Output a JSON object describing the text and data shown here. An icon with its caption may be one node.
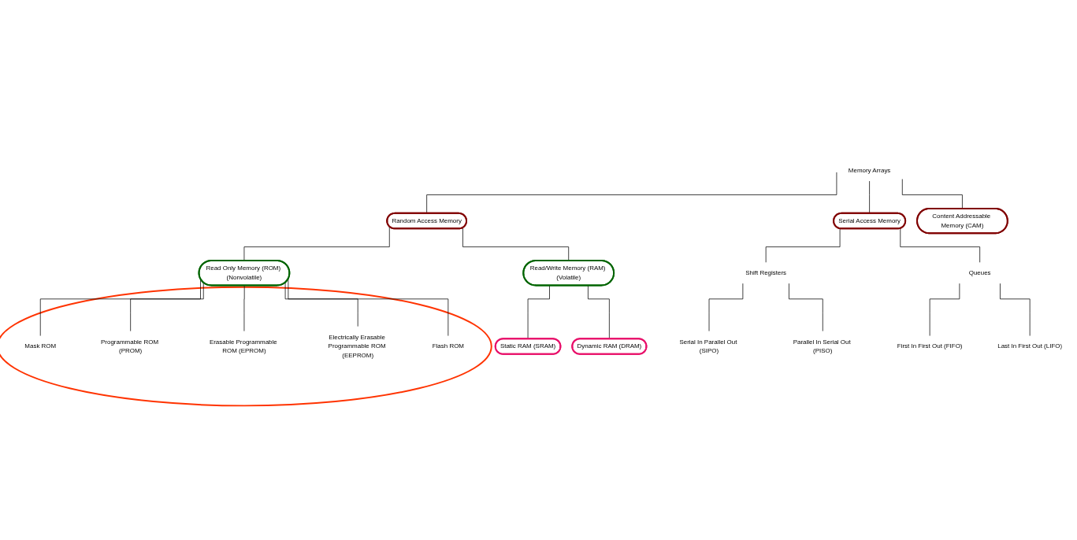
{
  "diagram": {
    "nodes": [
      {
        "text": [
          "Memory Arrays"
        ]
      },
      {
        "text": [
          "Random Access Memory"
        ]
      },
      {
        "text": [
          "Serial Access Memory"
        ]
      },
      {
        "text": [
          "Content Addressable Memory (CAM)"
        ]
      },
      {
        "text": [
          "Read/Write Memory (RAM) (Volatile)"
        ]
      },
      {
        "text": [
          "Read Only Memory (ROM) (Nonvolatile)"
        ]
      },
      {
        "text": [
          "Shift Registers"
        ]
      },
      {
        "text": [
          "Queues"
        ]
      },
      {
        "text": [
          "Static RAM (SRAM)"
        ]
      },
      {
        "text": [
          "Dynamic RAM (DRAM)"
        ]
      },
      {
        "text": [
          "Serial In Parallel Out (SIPO)"
        ]
      },
      {
        "text": [
          "Parallel In Serial Out (PISO)"
        ]
      },
      {
        "text": [
          "First In First Out (FIFO)"
        ]
      },
      {
        "text": [
          "Last In First Out (LIFO)"
        ]
      },
      {
        "text": [],
        "shape": "circle"
      },
      {
        "text": [
          "Mask ROM"
        ],
        "in": 14
      },
      {
        "text": [
          "Programmable ROM (PROM)"
        ],
        "in": 14
      },
      {
        "text": [
          "Erasable Programmable ROM (EPROM)"
        ],
        "in": 14
      },
      {
        "text": [
          "Electrically Erasable Programmable ROM (EEPROM)"
        ],
        "in": 14
      },
      {
        "text": [
          "Flash ROM"
        ],
        "in": 14
      }
    ],
    "edges": [
      {
        "from": 0,
        "to": 1,
        "arrow": "none"
      },
      {
        "from": 0,
        "to": 2,
        "arrow": "none"
      },
      {
        "from": 0,
        "to": 3,
        "arrow": "none"
      },
      {
        "from": 1,
        "to": 4,
        "arrow": "none"
      },
      {
        "from": 1,
        "to": 5,
        "arrow": "none"
      },
      {
        "from": 2,
        "to": 6,
        "arrow": "none"
      },
      {
        "from": 2,
        "to": 7,
        "arrow": "none"
      },
      {
        "from": 4,
        "to": 8,
        "arrow": "none"
      },
      {
        "from": 4,
        "to": 9,
        "arrow": "none"
      },
      {
        "from": 6,
        "to": 10,
        "arrow": "none"
      },
      {
        "from": 6,
        "to": 11,
        "arrow": "none"
      },
      {
        "from": 7,
        "to": 12,
        "arrow": "none"
      },
      {
        "from": 7,
        "to": 13,
        "arrow": "none"
      },
      {
        "from": 5,
        "to": 15,
        "arrow": "none"
      },
      {
        "from": 5,
        "to": 16,
        "arrow": "none"
      },
      {
        "from": 5,
        "to": 17,
        "arrow": "none"
      },
      {
        "from": 5,
        "to": 18,
        "arrow": "none"
      },
      {
        "from": 5,
        "to": 19,
        "arrow": "none"
      }
    ]
  }
}
